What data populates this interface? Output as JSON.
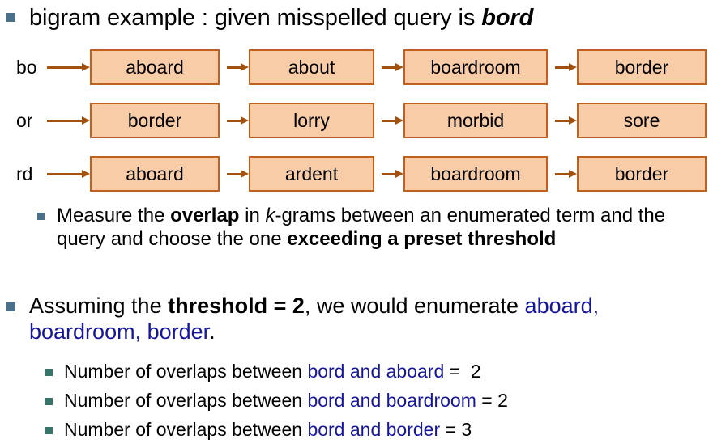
{
  "title": {
    "text_before": "bigram example : given misspelled query is ",
    "emphasis": "bord"
  },
  "diagram": {
    "rows": [
      {
        "label": "bo",
        "boxes": [
          "aboard",
          "about",
          "boardroom",
          "border"
        ]
      },
      {
        "label": "or",
        "boxes": [
          "border",
          "lorry",
          "morbid",
          "sore"
        ]
      },
      {
        "label": "rd",
        "boxes": [
          "aboard",
          "ardent",
          "boardroom",
          "border"
        ]
      }
    ]
  },
  "measure": {
    "part1": "Measure the ",
    "bold1": "overlap",
    "part2": " in ",
    "ital1": "k",
    "part3": "-grams between an enumerated term and the query and choose the one ",
    "bold2": "exceeding a preset threshold"
  },
  "threshold": {
    "part1": "Assuming the ",
    "bold1": "threshold = 2",
    "part2": ", we would enumerate ",
    "blue1": "aboard, boardroom, border",
    "part3": "."
  },
  "overlaps": [
    {
      "prefix": "Number of overlaps between ",
      "pair": "bord and aboard",
      "suffix": " =  2"
    },
    {
      "prefix": "Number of overlaps between ",
      "pair": "bord and boardroom",
      "suffix": " = 2"
    },
    {
      "prefix": "Number of overlaps between ",
      "pair": "bord and border",
      "suffix": " = 3"
    }
  ],
  "colors": {
    "bullet_level1": "#4A7189",
    "bullet_level3": "#35756A",
    "box_fill": "#F9CCA8",
    "box_border": "#C0601F",
    "arrow": "#A2520E",
    "highlight_text": "#16169B"
  }
}
